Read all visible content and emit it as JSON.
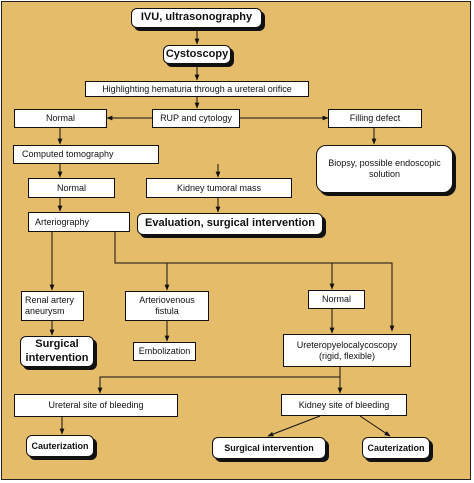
{
  "nodes": {
    "ivu": "IVU, ultrasonography",
    "cystoscopy": "Cystoscopy",
    "highlighting": "Highlighting hematuria through a ureteral orifice",
    "normal_1": "Normal",
    "rup": "RUP and cytology",
    "filling": "Filling defect",
    "ct": "Computed tomography",
    "biopsy": "Biopsy, possible endoscopic solution",
    "normal_2": "Normal",
    "kidney_mass": "Kidney tumoral mass",
    "arteriography": "Arteriography",
    "evaluation": "Evaluation, surgical intervention",
    "renal_aneurysm": "Renal artery aneurysm",
    "av_fistula": "Arteriovenous fistula",
    "normal_3": "Normal",
    "surgical_1": "Surgical intervention",
    "embolization": "Embolization",
    "ureteropyelo": "Ureteropyelocalycoscopy (rigid, flexible)",
    "ureteral_site": "Ureteral site of bleeding",
    "kidney_site": "Kidney site of bleeding",
    "cauterization_1": "Cauterization",
    "surgical_2": "Surgical intervention",
    "cauterization_2": "Cauterization"
  },
  "colors": {
    "background": "#e5bc6a",
    "box": "#ffffff",
    "line": "#111111"
  }
}
